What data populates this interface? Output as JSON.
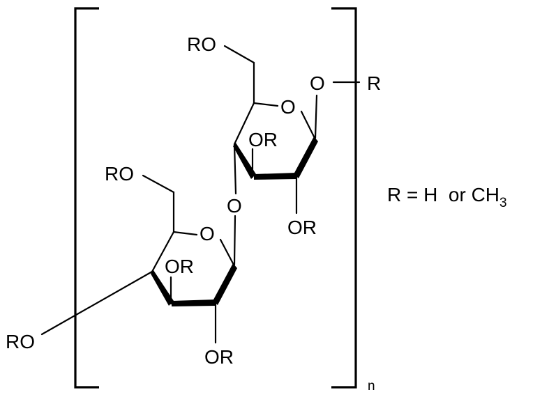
{
  "labels": {
    "ro_top_ch2": "RO",
    "o_glyco_top": "O",
    "r_end": "R",
    "o_ring_top": "O",
    "or_c3_top": "OR",
    "or_c2_top": "OR",
    "o_link": "O",
    "ro_bottom_ch2": "RO",
    "o_ring_bottom": "O",
    "or_c3_bottom": "OR",
    "or_c2_bottom": "OR",
    "ro_c4_bottom": "RO"
  },
  "subscript_n": "n",
  "legend": {
    "prefix": "R = H  or CH",
    "subscript": "3"
  }
}
